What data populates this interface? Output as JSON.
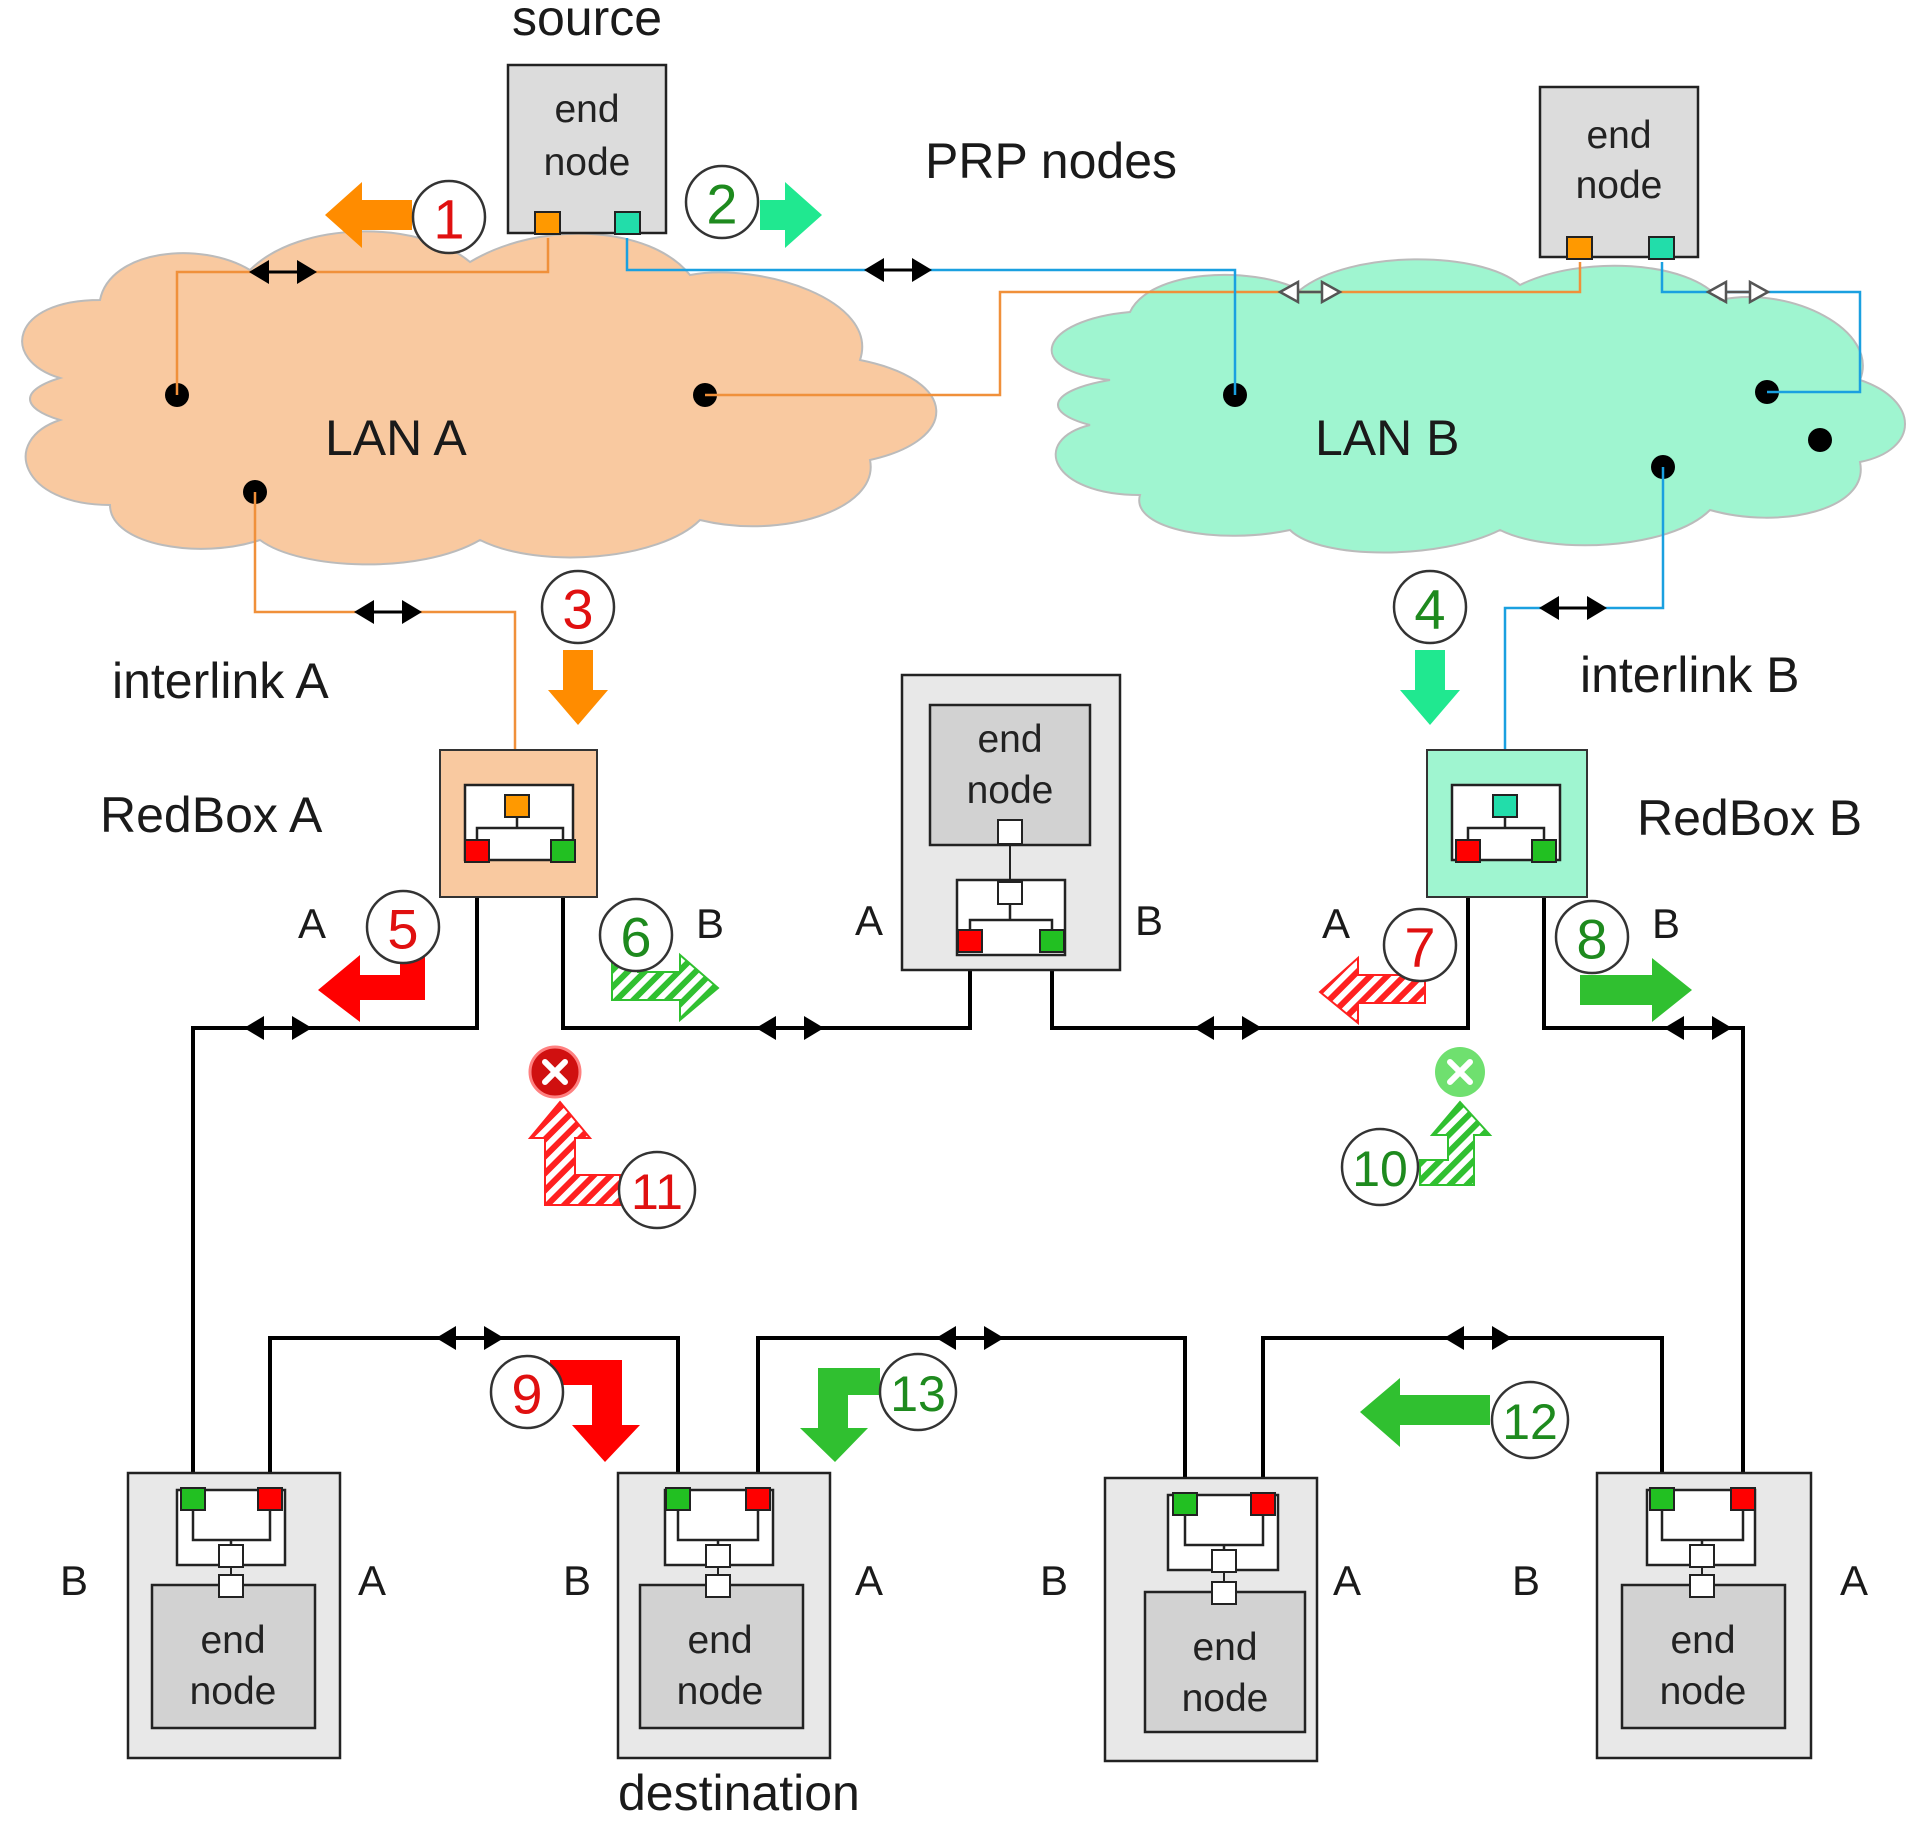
{
  "colors": {
    "lan_a": "#f9c9a0",
    "lan_b": "#9ff5d0",
    "port_a": "#ff0000",
    "port_b": "#22c022",
    "dan_a_port": "#ff9900",
    "dan_b_port": "#22ddaa",
    "arrow_orange": "#ff8c00",
    "arrow_green": "#20e890",
    "arrow_red": "#ff0000",
    "arrow_green_dark": "#30c030"
  },
  "labels": {
    "source": "source",
    "prp_nodes": "PRP nodes",
    "lan_a": "LAN A",
    "lan_b": "LAN B",
    "interlink_a": "interlink A",
    "interlink_b": "interlink B",
    "redbox_a": "RedBox A",
    "redbox_b": "RedBox B",
    "destination": "destination",
    "end_node_line1": "end",
    "end_node_line2": "node",
    "port_a": "A",
    "port_b": "B"
  },
  "steps": {
    "s1": "1",
    "s2": "2",
    "s3": "3",
    "s4": "4",
    "s5": "5",
    "s6": "6",
    "s7": "7",
    "s8": "8",
    "s9": "9",
    "s10": "10",
    "s11": "11",
    "s12": "12",
    "s13": "13"
  },
  "icons": {
    "dropped_a": "x-circle-icon",
    "dropped_b": "x-circle-icon"
  }
}
